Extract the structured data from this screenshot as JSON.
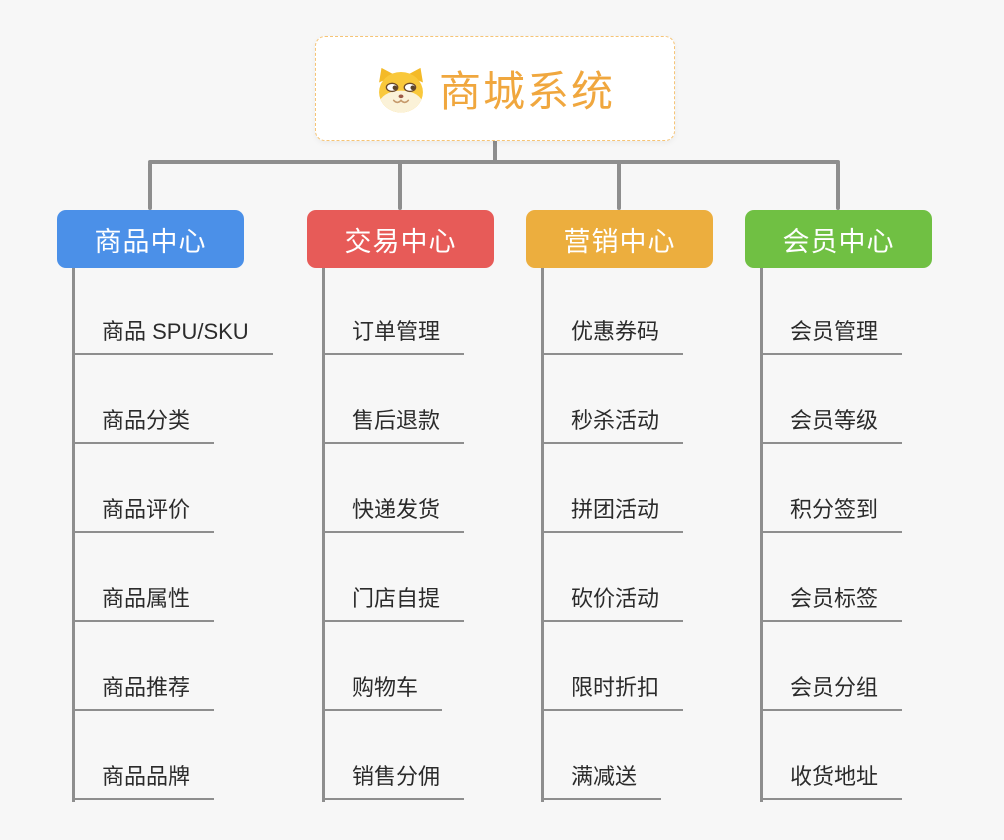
{
  "page": {
    "background_color": "#F7F7F7",
    "connector_color": "#8E8E8E",
    "underline_color": "#8E8E8E"
  },
  "root": {
    "title": "商城系统",
    "icon": "dog-face-icon",
    "title_color": "#F0A73E",
    "border_color": "#F6C476",
    "background_color": "#FFFFFF"
  },
  "branches": [
    {
      "label": "商品中心",
      "color": "#4B90E8",
      "items": [
        "商品 SPU/SKU",
        "商品分类",
        "商品评价",
        "商品属性",
        "商品推荐",
        "商品品牌"
      ]
    },
    {
      "label": "交易中心",
      "color": "#E75B58",
      "items": [
        "订单管理",
        "售后退款",
        "快递发货",
        "门店自提",
        "购物车",
        "销售分佣"
      ]
    },
    {
      "label": "营销中心",
      "color": "#ECAE3E",
      "items": [
        "优惠券码",
        "秒杀活动",
        "拼团活动",
        "砍价活动",
        "限时折扣",
        "满减送"
      ]
    },
    {
      "label": "会员中心",
      "color": "#70C043",
      "items": [
        "会员管理",
        "会员等级",
        "积分签到",
        "会员标签",
        "会员分组",
        "收货地址"
      ]
    }
  ]
}
